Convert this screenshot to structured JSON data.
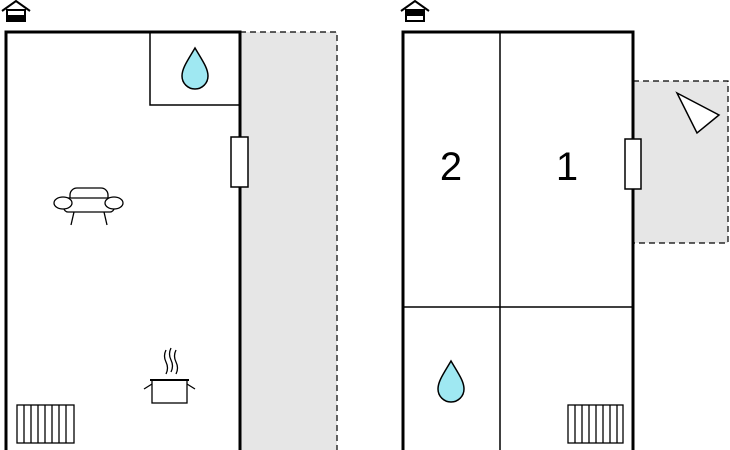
{
  "colors": {
    "wall": "#000000",
    "terrace": "#e6e6e6",
    "water": "#9fe8f2",
    "background": "#ffffff"
  },
  "floors": [
    {
      "name": "ground-floor",
      "indicator_icon": "house-ground-floor-icon",
      "icons": [
        "water-drop-icon",
        "sofa-icon",
        "cooking-pot-icon",
        "radiator-icon",
        "door-icon"
      ]
    },
    {
      "name": "upper-floor",
      "indicator_icon": "house-upper-floor-icon",
      "rooms": [
        {
          "label": "2"
        },
        {
          "label": "1"
        }
      ],
      "icons": [
        "water-drop-icon",
        "radiator-icon",
        "door-icon",
        "balcony-view-icon"
      ]
    }
  ]
}
